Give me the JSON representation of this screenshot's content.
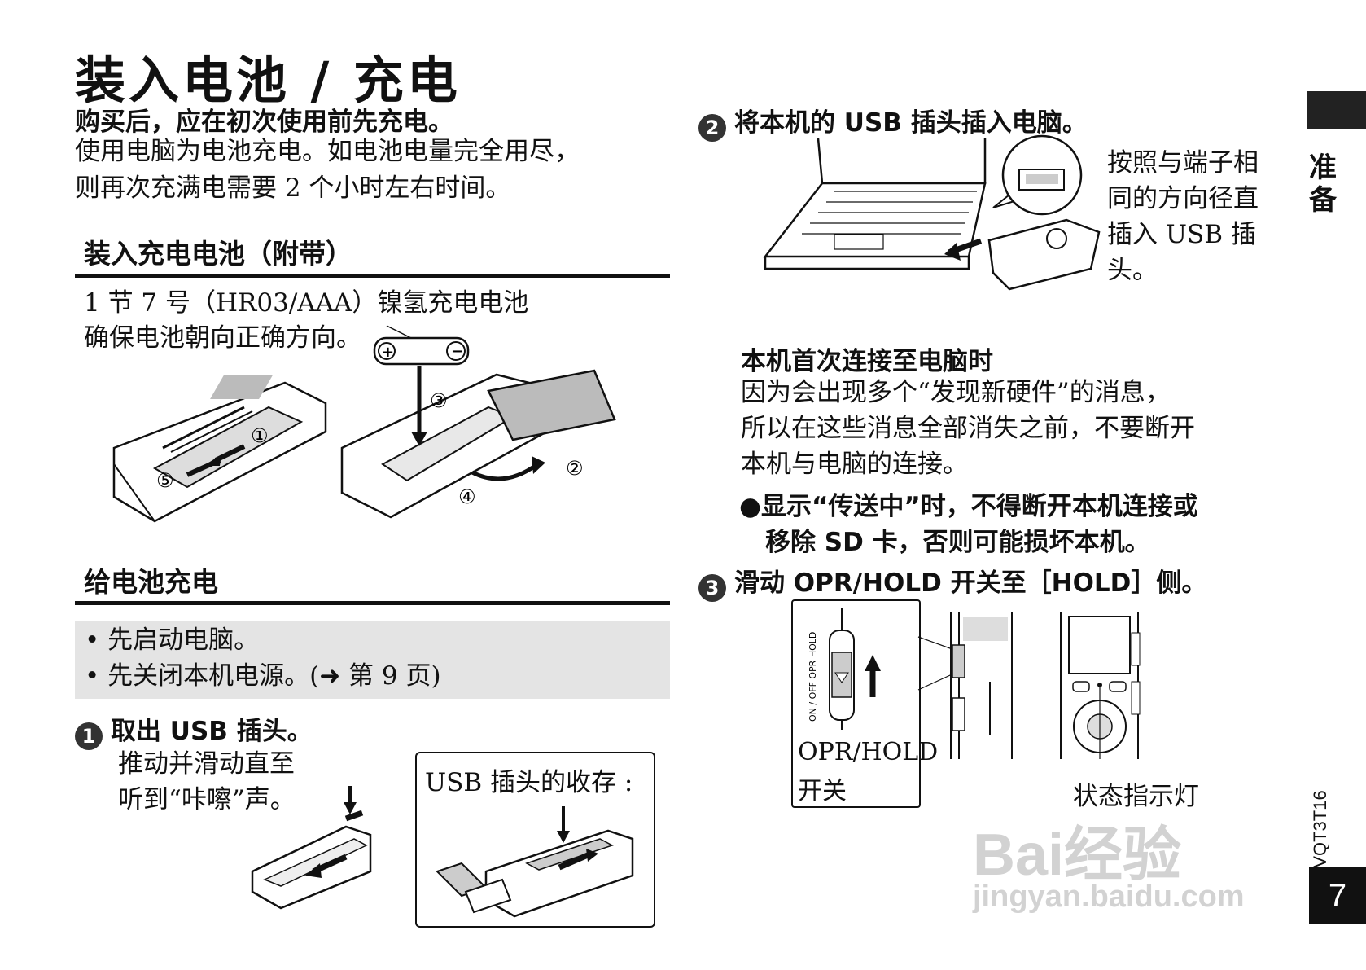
{
  "title": "装入电池 / 充电",
  "intro": {
    "bold": "购买后，应在初次使用前先充电。",
    "line1": "使用电脑为电池充电。如电池电量完全用尽，",
    "line2": "则再次充满电需要 2 个小时左右时间。"
  },
  "section_battery": {
    "heading": "装入充电电池（附带）",
    "line1": "1 节 7 号（HR03/AAA）镍氢充电电池",
    "line2": "确保电池朝向正确方向。",
    "step_markers": [
      "①",
      "②",
      "③",
      "④",
      "⑤"
    ]
  },
  "section_charge": {
    "heading": "给电池充电",
    "bullets": [
      "• 先启动电脑。",
      "• 先关闭本机电源。(➜ 第 9 页)"
    ]
  },
  "step1": {
    "num": "1",
    "title": "取出 USB 插头。",
    "line1": "推动并滑动直至",
    "line2": "听到“咔嚓”声。",
    "storage_label": "USB 插头的收存 :"
  },
  "step2": {
    "num": "2",
    "title": "将本机的 USB 插头插入电脑。",
    "note_lines": [
      "按照与端子相",
      "同的方向径直",
      "插入 USB 插",
      "头。"
    ],
    "first_connect_heading": "本机首次连接至电脑时",
    "first_connect_lines": [
      "因为会出现多个“发现新硬件”的消息，",
      "所以在这些消息全部消失之前，不要断开",
      "本机与电脑的连接。"
    ],
    "warning_line1": "●显示“传送中”时，不得断开本机连接或",
    "warning_line2": "移除 SD 卡，否则可能损坏本机。"
  },
  "step3": {
    "num": "3",
    "title": "滑动 OPR/HOLD 开关至［HOLD］侧。",
    "switch_label_line1": "OPR/HOLD",
    "switch_label_line2": "开关",
    "switch_side_text": "ON / OFF OPR HOLD",
    "indicator_label": "状态指示灯"
  },
  "side_tab": {
    "line1": "准",
    "line2": "备"
  },
  "doc_code": "VQT3T16",
  "page_number": "7",
  "watermark": {
    "brand": "Bai经验",
    "url": "jingyan.baidu.com"
  }
}
